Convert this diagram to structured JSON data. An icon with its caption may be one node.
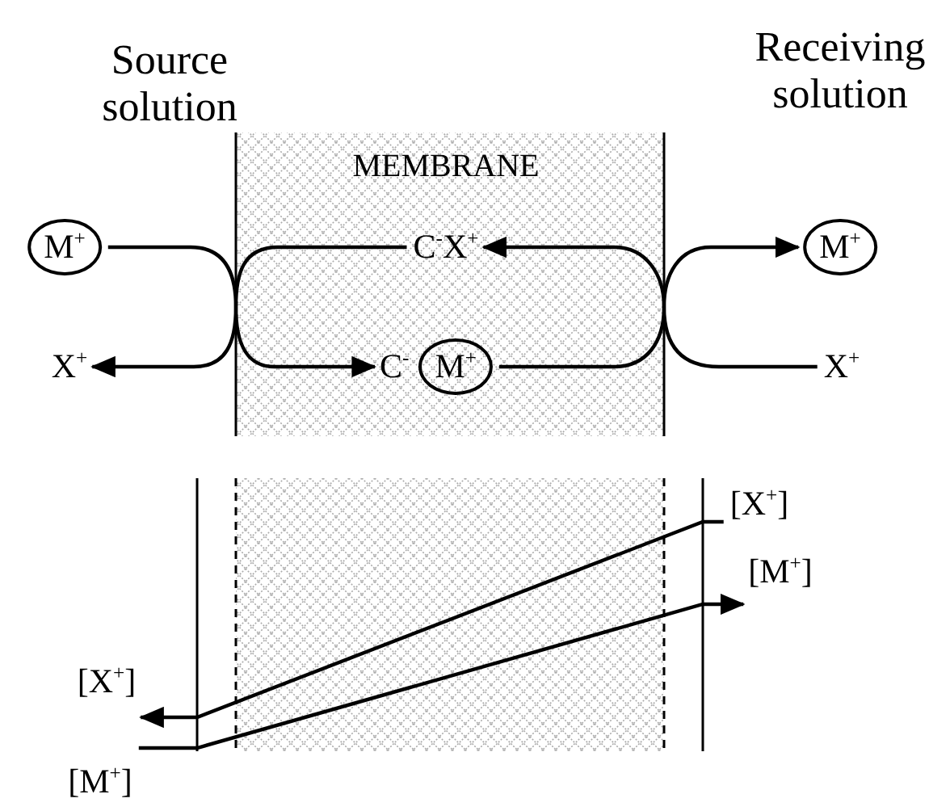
{
  "diagram": {
    "nodes": [
      {
        "text": [
          "M$^{+}$"
        ]
      },
      {
        "text": [
          "X$^{+}$"
        ]
      },
      {
        "text": [
          "C$^{-}$X$^{+}$"
        ]
      },
      {
        "text": [
          "C$^{-}$",
          "M$^{+}$"
        ]
      },
      {
        "text": [
          "M$^{+}$"
        ]
      },
      {
        "text": [
          "X$^{+}$"
        ]
      },
      {
        "text": [
          "[X$^{+}$]"
        ]
      },
      {
        "text": [
          "[M$^{+}$]"
        ]
      },
      {
        "text": [
          "[X$^{+}$]"
        ]
      },
      {
        "text": [
          "[M$^{+}$]"
        ]
      }
    ],
    "edges": [
      {
        "from": 0,
        "to": 3,
        "arrow": "to"
      },
      {
        "from": 2,
        "to": 1,
        "arrow": "to"
      },
      {
        "from": 3,
        "to": 4,
        "arrow": "to"
      },
      {
        "from": 5,
        "to": 2,
        "arrow": "to"
      },
      {
        "from": 6,
        "to": 8,
        "arrow": "to"
      },
      {
        "from": 9,
        "to": 7,
        "arrow": "to"
      }
    ],
    "labels": [
      "Source solution",
      "Receiving solution",
      "MEMBRANE"
    ]
  }
}
